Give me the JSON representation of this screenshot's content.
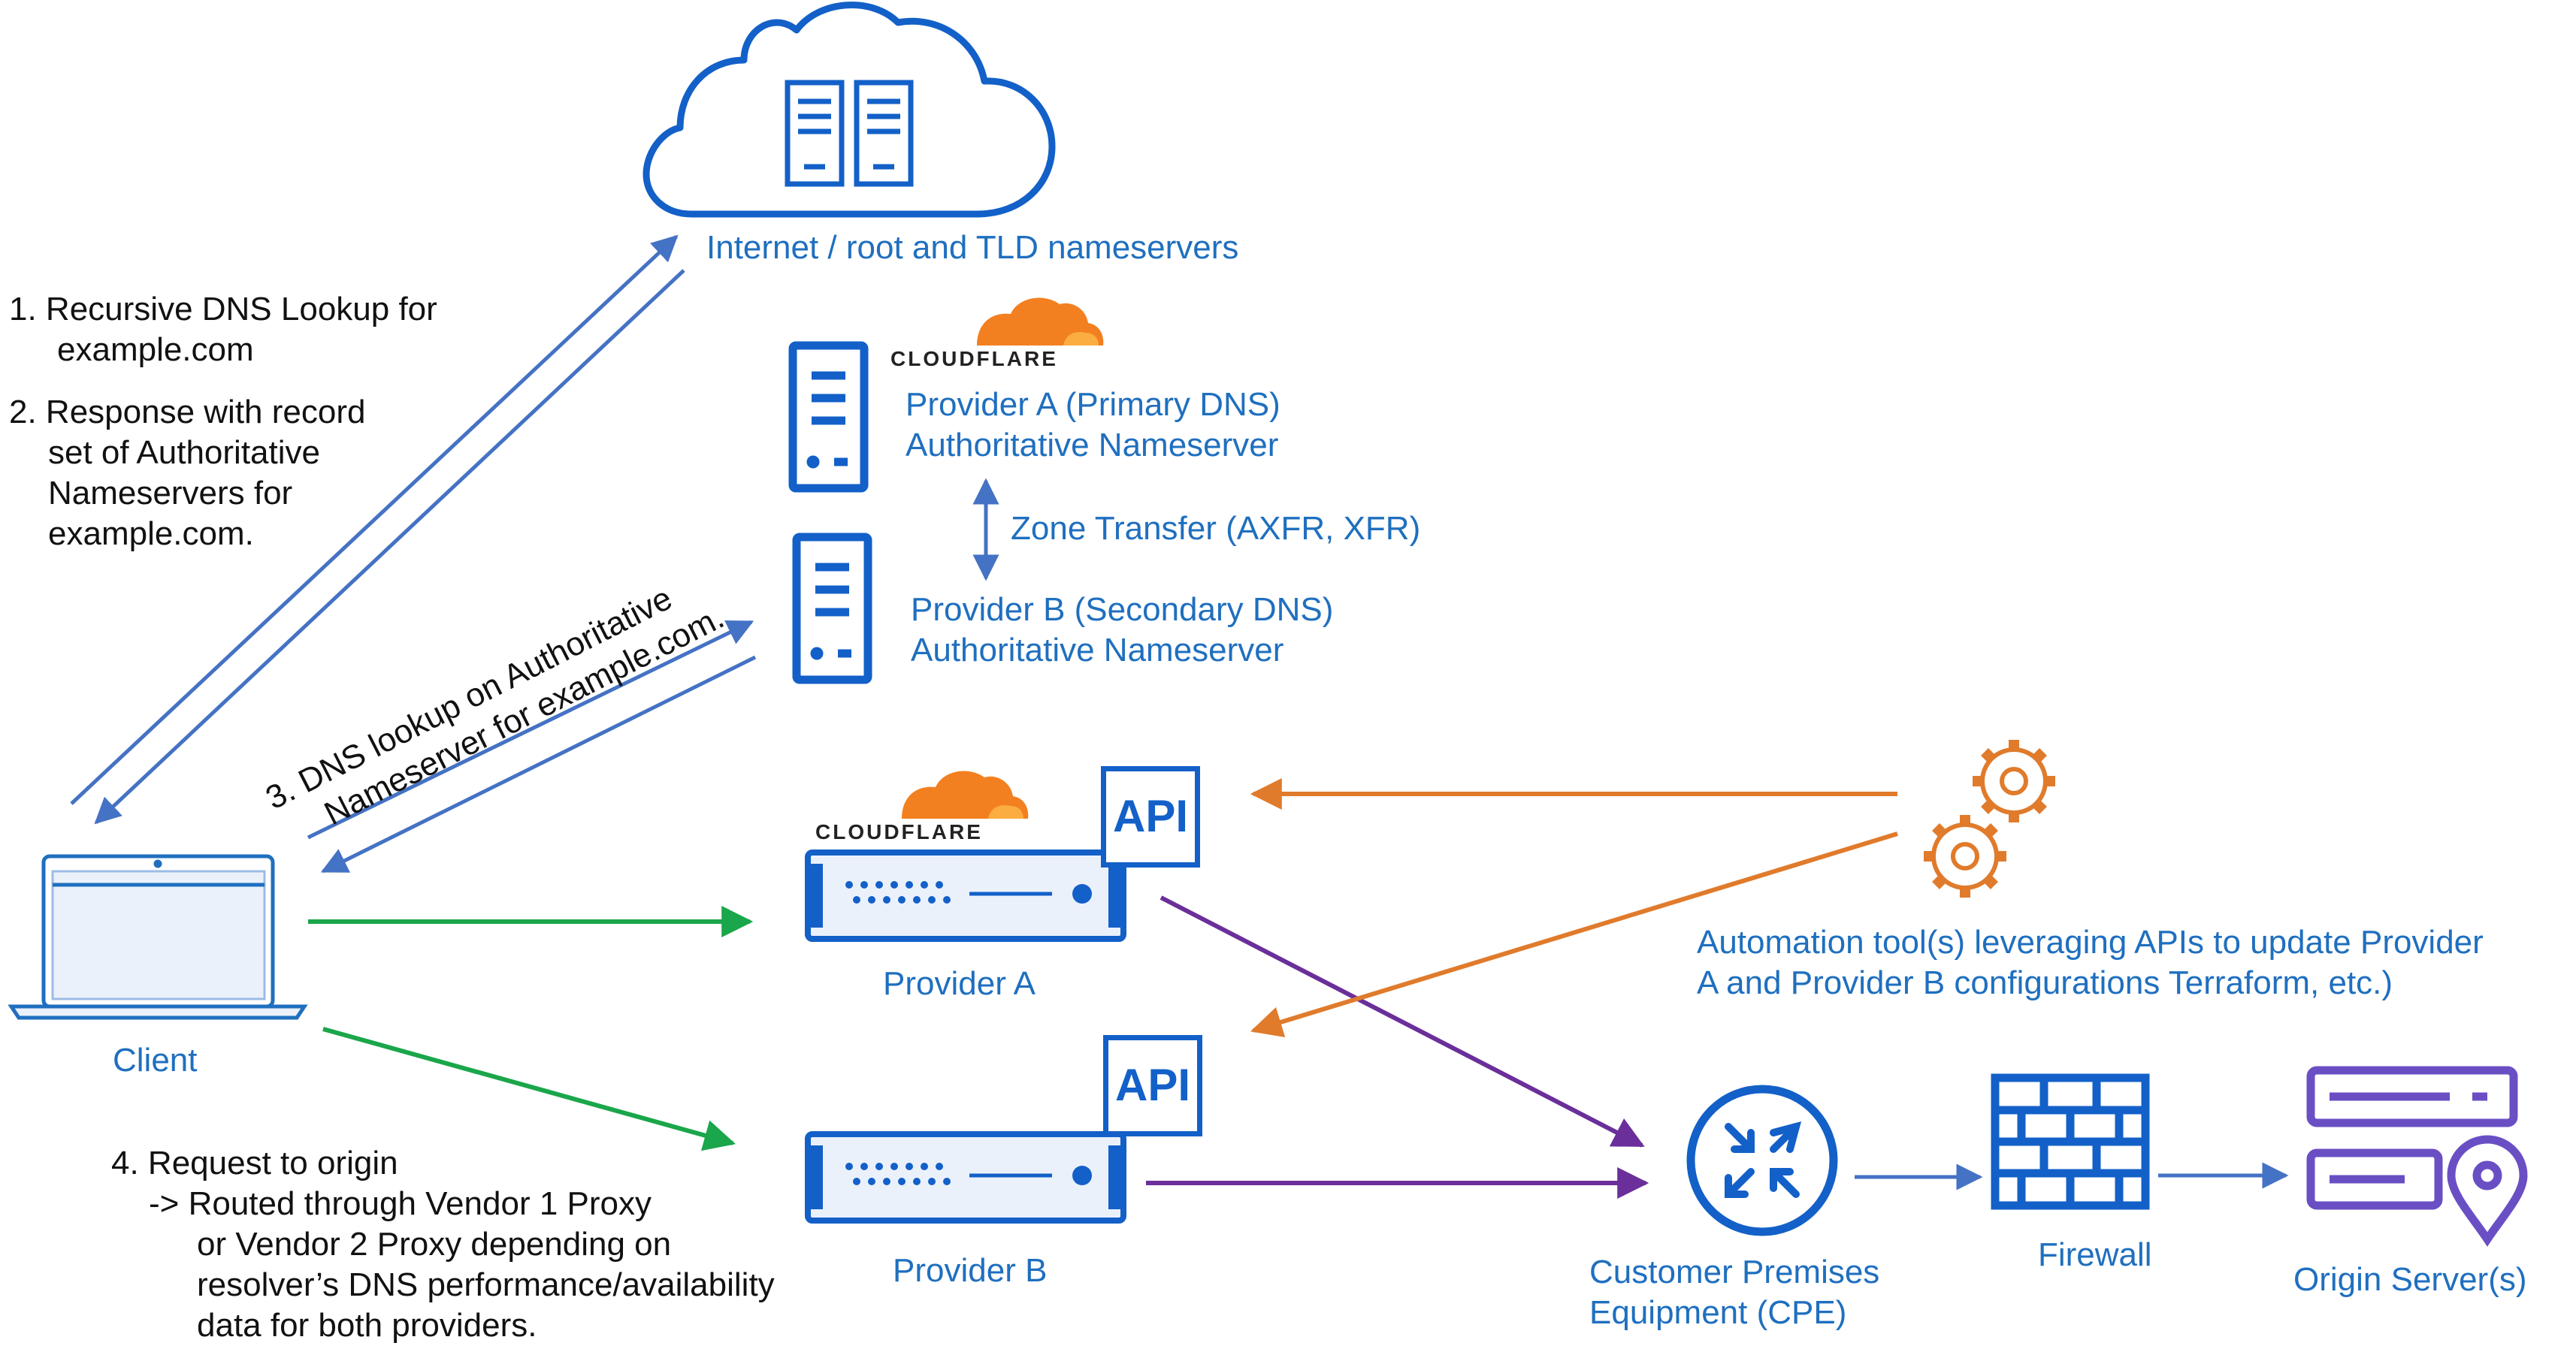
{
  "colors": {
    "blue_label": "#1f6fbf",
    "icon_blue": "#1360c8",
    "dns_arrow": "#4472c4",
    "green_arrow": "#1aa64a",
    "purple_arrow": "#6a2f9a",
    "orange_arrow": "#e07b2c",
    "origin_purple": "#6a4fc4",
    "cloudflare_orange": "#f38020"
  },
  "nodes": {
    "internet": "Internet / root and TLD nameservers",
    "cf_logo_text_1": "CLOUDFLARE",
    "cf_logo_text_2": "CLOUDFLARE",
    "provider_a_dns_line1": "Provider A  (Primary DNS)",
    "provider_a_dns_line2": "Authoritative Nameserver",
    "zone_transfer": "Zone Transfer (AXFR, XFR)",
    "provider_b_dns_line1": "Provider B  (Secondary DNS)",
    "provider_b_dns_line2": "Authoritative Nameserver",
    "client": "Client",
    "provider_a": "Provider A",
    "provider_b": "Provider B",
    "api_a": "API",
    "api_b": "API",
    "automation_line1": "Automation tool(s)  leveraging APIs to update Provider",
    "automation_line2": "A and Provider B configurations Terraform, etc.)",
    "cpe_line1": "Customer Premises",
    "cpe_line2": "Equipment (CPE)",
    "firewall": "Firewall",
    "origin": "Origin Server(s)"
  },
  "steps": {
    "step1_line1": "1. Recursive DNS Lookup for",
    "step1_line2": "example.com",
    "step2_line1": "2. Response with record",
    "step2_line2": "set of Authoritative",
    "step2_line3": "Nameservers for",
    "step2_line4": "example.com.",
    "step3_line1": "3. DNS lookup on Authoritative",
    "step3_line2": "Nameserver for example.com.",
    "step4_line1": "4. Request to origin",
    "step4_line2": "-> Routed through Vendor 1 Proxy",
    "step4_line3": "or Vendor 2 Proxy depending on",
    "step4_line4": "resolver’s DNS performance/availability",
    "step4_line5": "data for both providers."
  },
  "icons": [
    "cloud-icon",
    "server-rack-icon",
    "cloudflare-cloud-icon",
    "laptop-icon",
    "proxy-appliance-icon",
    "gear-icon",
    "router-icon",
    "firewall-icon",
    "origin-server-icon",
    "location-pin-icon"
  ]
}
